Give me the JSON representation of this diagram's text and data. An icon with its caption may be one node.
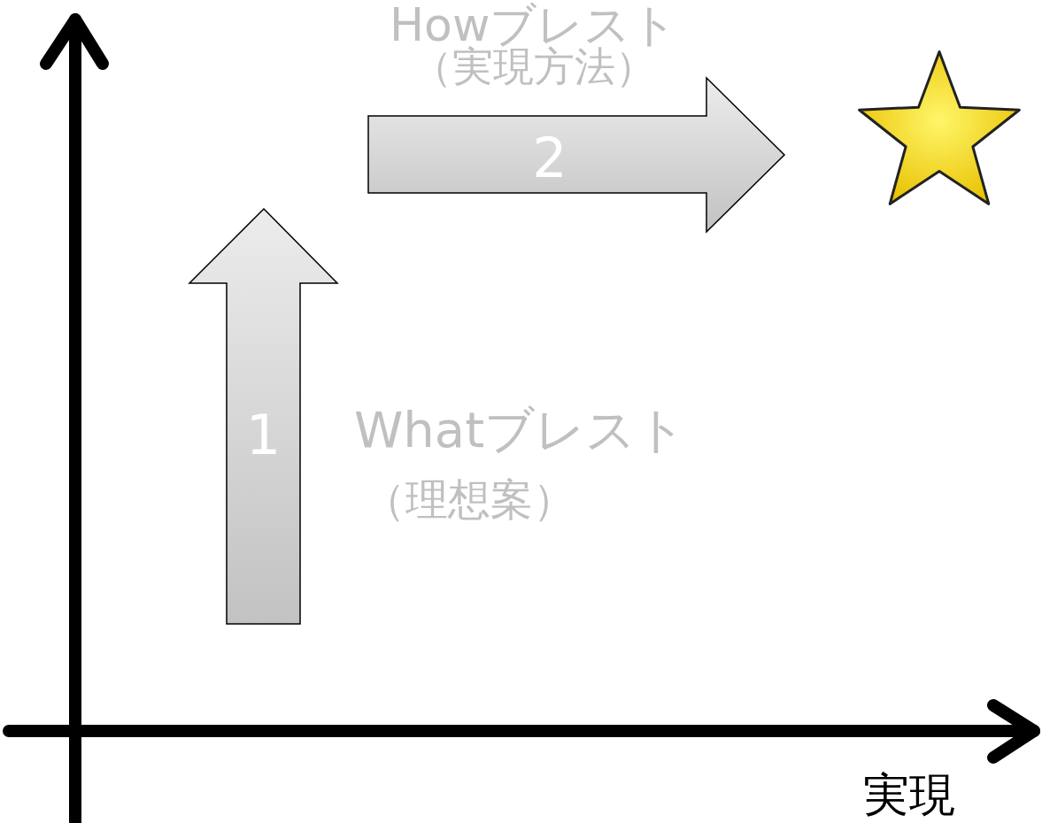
{
  "diagram": {
    "nodes": [
      {
        "text": [
          "2"
        ]
      },
      {
        "text": [],
        "shape": "star"
      },
      {
        "text": [
          "1"
        ]
      }
    ],
    "labels": [
      "Howブレスト",
      "（実現方法）",
      "Whatブレスト",
      "（理想案）",
      "実現"
    ]
  }
}
